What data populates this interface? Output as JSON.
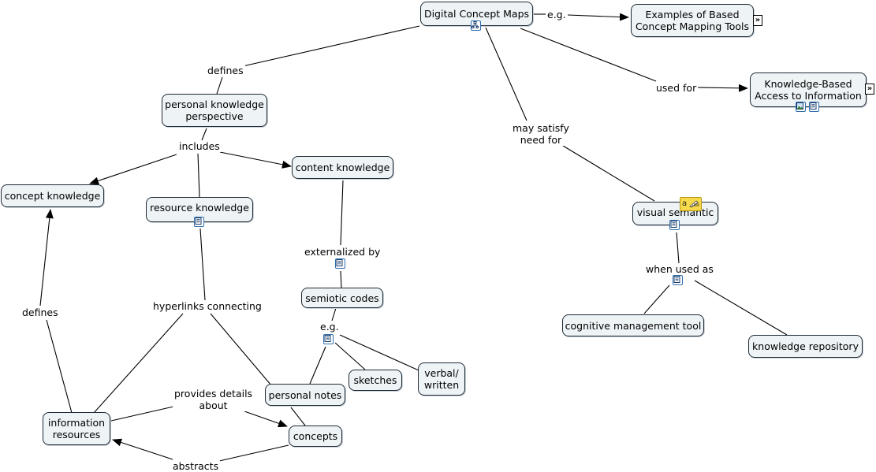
{
  "diagram": {
    "nodes": {
      "digital_concept_maps": "Digital Concept Maps",
      "examples_tools": "Examples of Based\nConcept Mapping Tools",
      "knowledge_based_access": "Knowledge-Based\nAccess to Information",
      "personal_knowledge_perspective": "personal knowledge\nperspective",
      "content_knowledge": "content knowledge",
      "concept_knowledge": "concept knowledge",
      "resource_knowledge": "resource knowledge",
      "visual_semantic": "visual semantic",
      "semiotic_codes": "semiotic codes",
      "cognitive_management_tool": "cognitive management tool",
      "knowledge_repository": "knowledge repository",
      "personal_notes": "personal notes",
      "sketches": "sketches",
      "verbal_written": "verbal/\nwritten",
      "information_resources": "information\nresources",
      "concepts": "concepts"
    },
    "links": {
      "eg_top": "e.g.",
      "defines_top": "defines",
      "used_for": "used for",
      "may_satisfy": "may satisfy\nneed for",
      "includes": "includes",
      "externalized_by": "externalized by",
      "when_used_as": "when used as",
      "hyperlinks_connecting": "hyperlinks connecting",
      "eg_mid": "e.g.",
      "defines_left": "defines",
      "provides_details": "provides details\nabout",
      "abstracts": "abstracts"
    },
    "overlay_note_text": "a"
  },
  "colors": {
    "node_fill": "#eef3f6",
    "node_border": "#1e2a35",
    "line": "#000000",
    "icon_border": "#2f6fb0",
    "note_fill": "#f7d94c"
  }
}
